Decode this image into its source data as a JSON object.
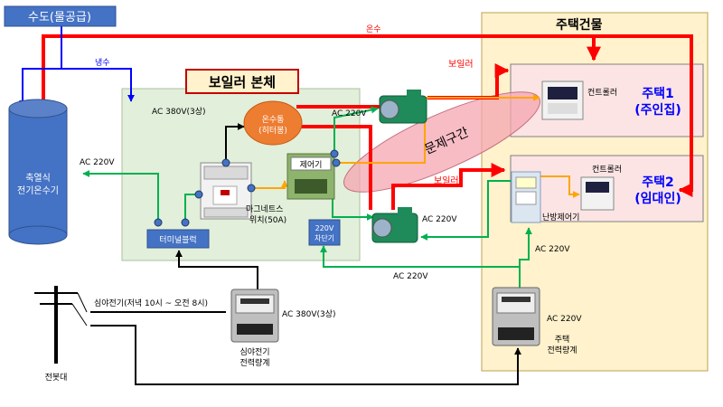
{
  "water_supply": "수도(물공급)",
  "boiler_body": "보일러 본체",
  "house_building": "주택건물",
  "house1": {
    "line1": "주택1",
    "line2": "(주인집)"
  },
  "house2": {
    "line1": "주택2",
    "line2": "(임대인)"
  },
  "storage_heater": {
    "line1": "축열식",
    "line2": "전기온수기"
  },
  "heater_tank": {
    "line1": "온수통",
    "line2": "(히터봉)"
  },
  "controller": "제어기",
  "magnetic_switch": {
    "line1": "마그네트스",
    "line2": "위치(50A)"
  },
  "breaker": {
    "line1": "220V",
    "line2": "차단기"
  },
  "terminal_block": "터미널블럭",
  "problem_zone": "문제구간",
  "controller_label_1": "컨트롤러",
  "controller_label_2": "컨트롤러",
  "heating_controller": "난방제어기",
  "labels": {
    "hot_water": "온수",
    "cold_water": "냉수",
    "boiler_1": "보일러",
    "boiler_2": "보일러",
    "ac380_top": "AC 380V(3상)",
    "ac220_left": "AC 220V",
    "ac220_pump_top": "AC 220V",
    "ac220_pump_bottom": "AC 220V",
    "ac220_mid": "AC 220V",
    "ac220_bottom": "AC 220V",
    "ac220_house_meter": "AC 220V",
    "ac380_meter": "AC 380V(3상)",
    "night_power": "심야전기(저녁 10시 ~ 오전 8시)",
    "night_meter": {
      "line1": "심야전기",
      "line2": "전력량계"
    },
    "house_meter": {
      "line1": "주택",
      "line2": "전력량계"
    },
    "pole": "전봇대"
  },
  "colors": {
    "water_box": "#4472c4",
    "hot_line": "#ff0000",
    "cold_line": "#0000ff",
    "ac_line": "#00b050",
    "ctrl_line": "#ffa500",
    "boiler_bg": "#e2efda",
    "building_bg": "#fff2cc",
    "house_bg": "#fce4e4",
    "tank": "#ed7d31",
    "house_text": "#0000ff"
  }
}
